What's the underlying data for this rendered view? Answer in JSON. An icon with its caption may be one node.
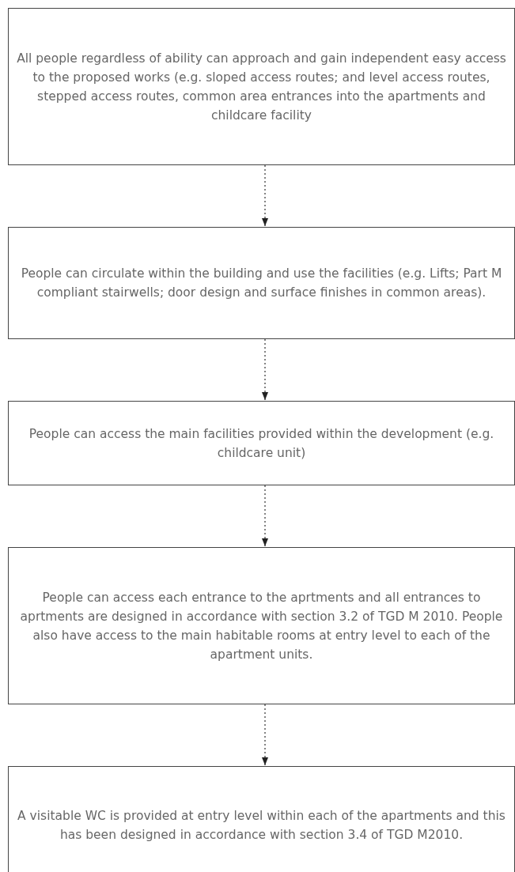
{
  "diagram": {
    "nodes": [
      {
        "text": [
          "All people regardless of ability can approach and gain independent easy access to the proposed works (e.g. sloped access routes; and level access routes, stepped access routes, common area entrances into the apartments and childcare facility"
        ]
      },
      {
        "text": [
          "People can circulate within the building and use the facilities (e.g. Lifts; Part M compliant stairwells; door design and surface finishes in common areas)."
        ]
      },
      {
        "text": [
          "People can access the main facilities provided within the development (e.g. childcare unit)"
        ]
      },
      {
        "text": [
          "People can access each entrance to the aprtments and all entrances to aprtments are designed in accordance with section 3.2 of TGD M 2010. People also have access to the main habitable rooms at entry level to each of the apartment units."
        ]
      },
      {
        "text": [
          "A visitable WC is provided at entry level within each of the apartments and this has been designed in accordance with section 3.4 of TGD M2010."
        ]
      }
    ],
    "edges": [
      {
        "from": 0,
        "to": 1,
        "arrow": "to",
        "style": "dashed"
      },
      {
        "from": 1,
        "to": 2,
        "arrow": "to",
        "style": "dashed"
      },
      {
        "from": 2,
        "to": 3,
        "arrow": "to",
        "style": "dashed"
      },
      {
        "from": 3,
        "to": 4,
        "arrow": "to",
        "style": "dashed"
      }
    ]
  }
}
